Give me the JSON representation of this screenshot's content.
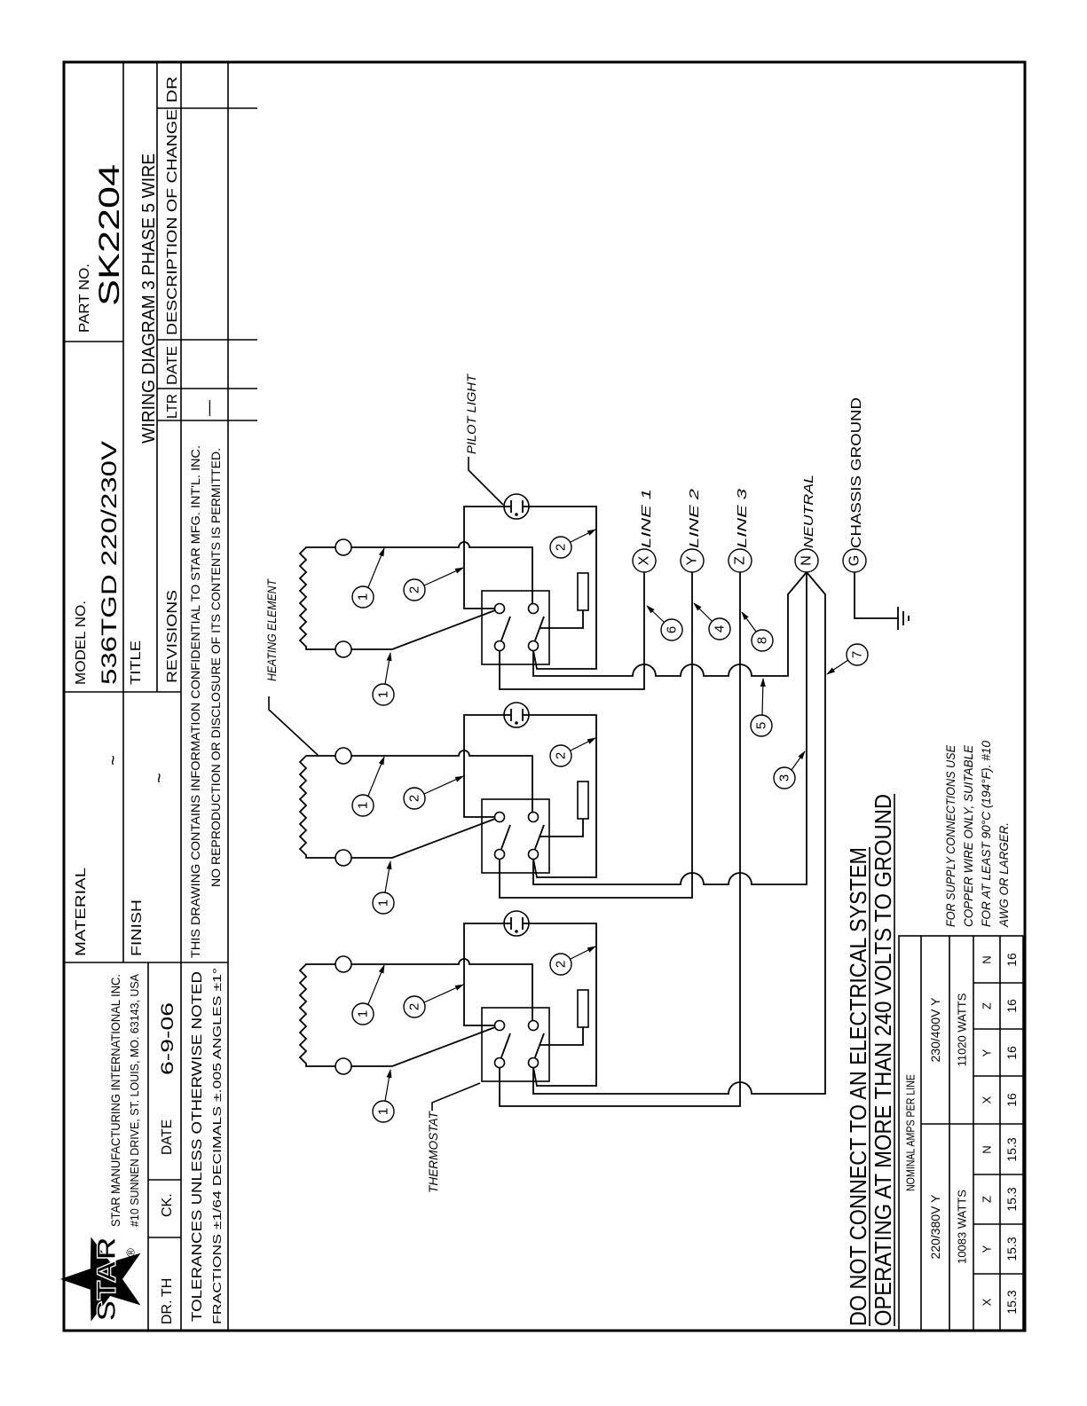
{
  "title_block": {
    "logo_text": "STAR",
    "registered_mark": "®",
    "company_name": "STAR MANUFACTURING INTERNATIONAL INC.",
    "company_address": "#10 SUNNEN DRIVE, ST. LOUIS, MO. 63143, USA",
    "drawn_by_label": "DR.",
    "drawn_by": "TH",
    "checked_label": "CK.",
    "date_label": "DATE",
    "date": "6-9-06",
    "tolerances": "TOLERANCES UNLESS OTHERWISE NOTED",
    "tolerance_values": "FRACTIONS ±1/64   DECIMALS ±.005   ANGLES ±1°",
    "material_label": "MATERIAL",
    "material": "~",
    "finish_label": "FINISH",
    "finish": "~",
    "model_label": "MODEL NO.",
    "model": "536TGD 220/230V",
    "part_label": "PART NO.",
    "part": "SK2204",
    "title_label": "TITLE",
    "title": "WIRING DIAGRAM 3 PHASE 5 WIRE",
    "confidential": [
      "THIS DRAWING CONTAINS INFORMATION CONFIDENTIAL TO STAR MFG. INT'L. INC.",
      "NO REPRODUCTION OR DISCLOSURE OF ITS CONTENTS IS PERMITTED."
    ],
    "revisions": {
      "label": "REVISIONS",
      "columns": [
        "LTR",
        "DATE",
        "DESCRIPTION OF CHANGE",
        "DR"
      ],
      "rows": [
        {
          "ltr": "—"
        }
      ]
    }
  },
  "diagram": {
    "labels": {
      "heating_element": "HEATING ELEMENT",
      "pilot_light": "PILOT LIGHT",
      "thermostat": "THERMOSTAT"
    },
    "terminals": [
      {
        "letter": "X",
        "label": "LINE 1"
      },
      {
        "letter": "Y",
        "label": "LINE 2"
      },
      {
        "letter": "Z",
        "label": "LINE 3"
      },
      {
        "letter": "N",
        "label": "NEUTRAL"
      },
      {
        "letter": "G",
        "label": "CHASSIS GROUND"
      }
    ],
    "module_wire_labels": [
      "1",
      "1",
      "2",
      "2"
    ],
    "supply_wire_labels": {
      "line1": "6",
      "line2": "4",
      "line3": "8",
      "neutral_a": "5",
      "neutral_b": "3",
      "neutral_c": "7"
    }
  },
  "warning": [
    "DO NOT CONNECT TO AN ELECTRICAL SYSTEM",
    "OPERATING AT MORE THAN 240 VOLTS TO GROUND"
  ],
  "amps_table": {
    "header": "NOMINAL AMPS PER LINE",
    "groups": [
      {
        "voltage": "220/380V Y",
        "watts": "10083 WATTS",
        "columns": [
          "X",
          "Y",
          "Z",
          "N"
        ],
        "values": [
          "15.3",
          "15.3",
          "15.3",
          "15.3"
        ]
      },
      {
        "voltage": "230/400V Y",
        "watts": "11020 WATTS",
        "columns": [
          "X",
          "Y",
          "Z",
          "N"
        ],
        "values": [
          "16",
          "16",
          "16",
          "16"
        ]
      }
    ]
  },
  "notes": [
    "FOR SUPPLY CONNECTIONS USE",
    "COPPER WIRE ONLY, SUITABLE",
    "FOR AT LEAST 90°C (194°F). #10",
    "AWG OR LARGER."
  ]
}
